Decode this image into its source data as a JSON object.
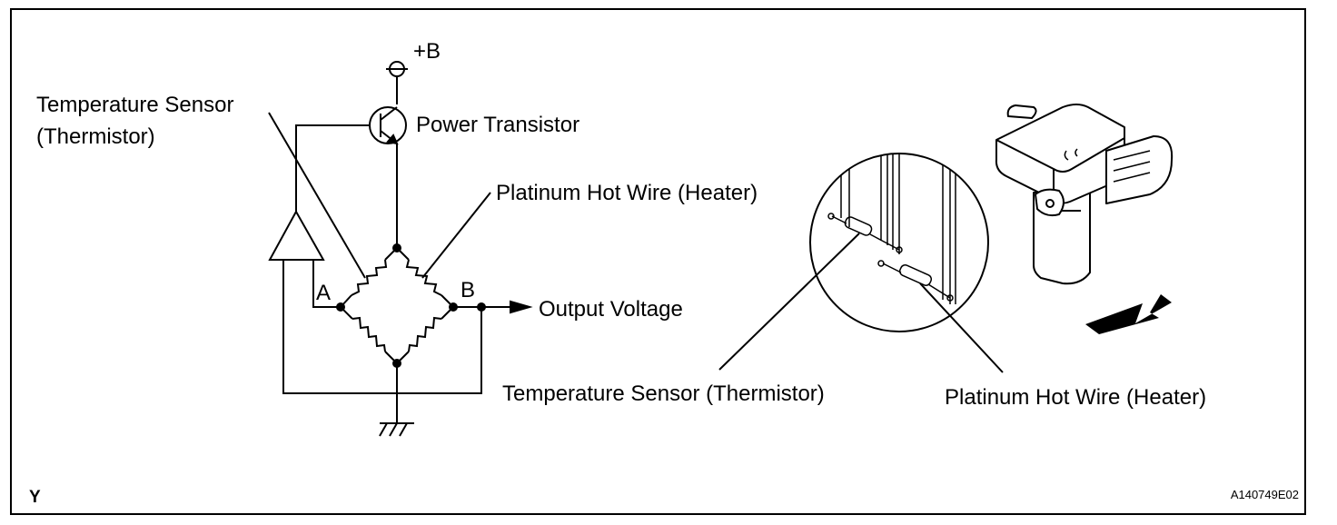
{
  "labels": {
    "supply": "+B",
    "temp_sensor_line1": "Temperature Sensor",
    "temp_sensor_line2": "(Thermistor)",
    "power_transistor": "Power Transistor",
    "hot_wire_circuit": "Platinum Hot Wire (Heater)",
    "node_a": "A",
    "node_b": "B",
    "output_voltage": "Output Voltage",
    "temp_sensor_component": "Temperature Sensor (Thermistor)",
    "hot_wire_component": "Platinum Hot Wire (Heater)"
  },
  "corner": {
    "left_mark": "Y",
    "figure_id": "A140749E02"
  }
}
